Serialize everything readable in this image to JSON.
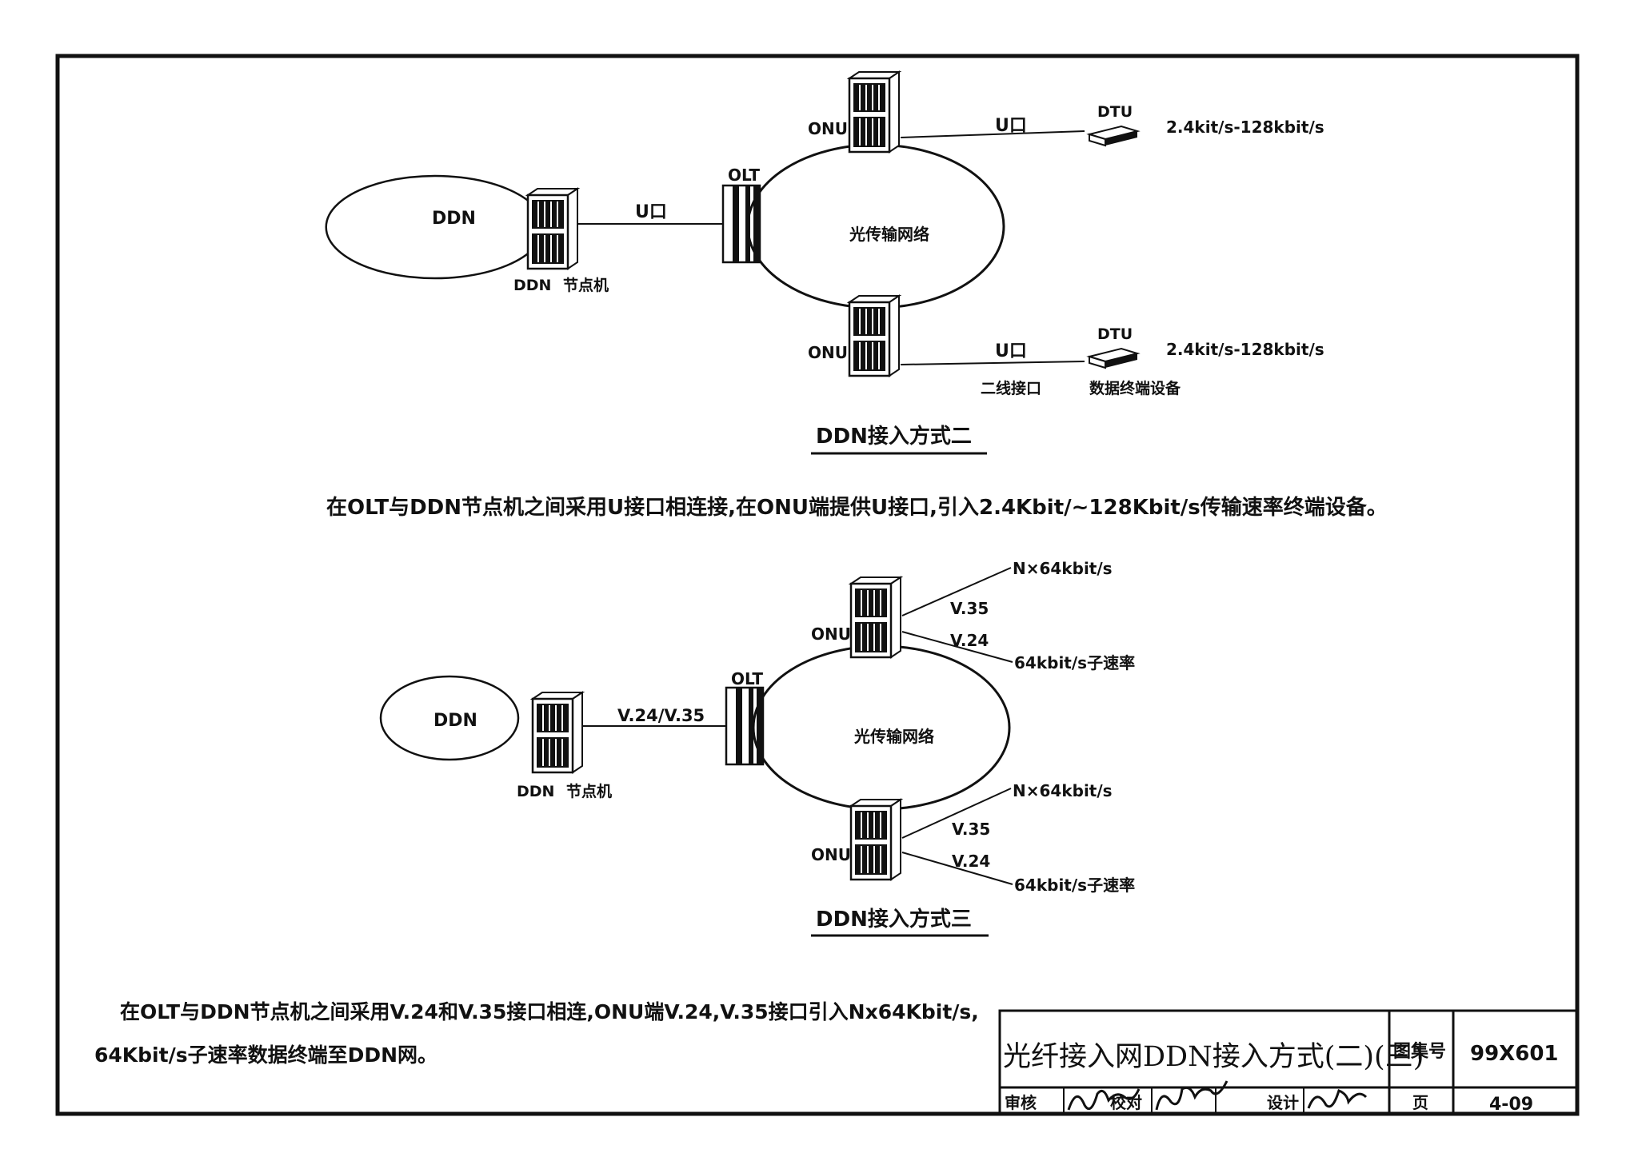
{
  "diagram2": {
    "ddn": "DDN",
    "ddn_node_label_a": "DDN",
    "ddn_node_label_b": "节点机",
    "u_link": "U口",
    "olt": "OLT",
    "network": "光传输网络",
    "onu_top": "ONU",
    "onu_bottom": "ONU",
    "u_top": "U口",
    "u_bottom": "U口",
    "dtu_top": "DTU",
    "dtu_bottom": "DTU",
    "rate_top": "2.4kit/s-128kbit/s",
    "rate_bottom": "2.4kit/s-128kbit/s",
    "two_wire": "二线接口",
    "dte": "数据终端设备",
    "caption": "DDN接入方式二",
    "description": "在OLT与DDN节点机之间采用U接口相连接,在ONU端提供U接口,引入2.4Kbit/~128Kbit/s传输速率终端设备。"
  },
  "diagram3": {
    "ddn": "DDN",
    "ddn_node_label_a": "DDN",
    "ddn_node_label_b": "节点机",
    "v_link": "V.24/V.35",
    "olt": "OLT",
    "network": "光传输网络",
    "onu_top": "ONU",
    "onu_bottom": "ONU",
    "nx64_top": "N×64kbit/s",
    "nx64_bottom": "N×64kbit/s",
    "v35_top": "V.35",
    "v24_top": "V.24",
    "v35_bottom": "V.35",
    "v24_bottom": "V.24",
    "sub_top": "64kbit/s子速率",
    "sub_bottom": "64kbit/s子速率",
    "caption": "DDN接入方式三",
    "description_line1": "在OLT与DDN节点机之间采用V.24和V.35接口相连,ONU端V.24,V.35接口引入Nx64Kbit/s,",
    "description_line2": "64Kbit/s子速率数据终端至DDN网。"
  },
  "title_block": {
    "title": "光纤接入网DDN接入方式(二)(三)",
    "atlas_label": "图集号",
    "atlas_no": "99X601",
    "review": "审核",
    "check": "校对",
    "design": "设计",
    "page_label": "页",
    "page_no": "4-09"
  }
}
